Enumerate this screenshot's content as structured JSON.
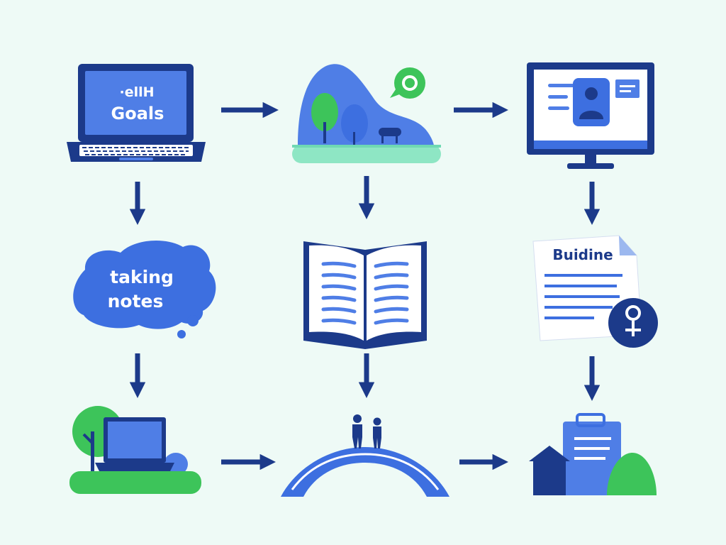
{
  "laptop_card": {
    "line1": "·ellH",
    "line2": "Goals"
  },
  "cloud_card": {
    "line1": "taking",
    "line2": "notes"
  },
  "document_card": {
    "title": "Buidine"
  },
  "colors": {
    "background": "#eefaf6",
    "navy": "#1c3a8a",
    "blue": "#3d6fe0",
    "light_blue": "#7ea3ee",
    "green": "#3dc45a",
    "mint": "#8ee6c4"
  },
  "icons": [
    "laptop-icon",
    "landscape-icon",
    "chat-bubble-icon",
    "monitor-profile-icon",
    "cloud-icon",
    "open-book-icon",
    "document-icon",
    "user-plus-icon",
    "laptop-outdoor-icon",
    "bridge-people-icon",
    "clipboard-buildings-icon",
    "arrow-icon"
  ]
}
